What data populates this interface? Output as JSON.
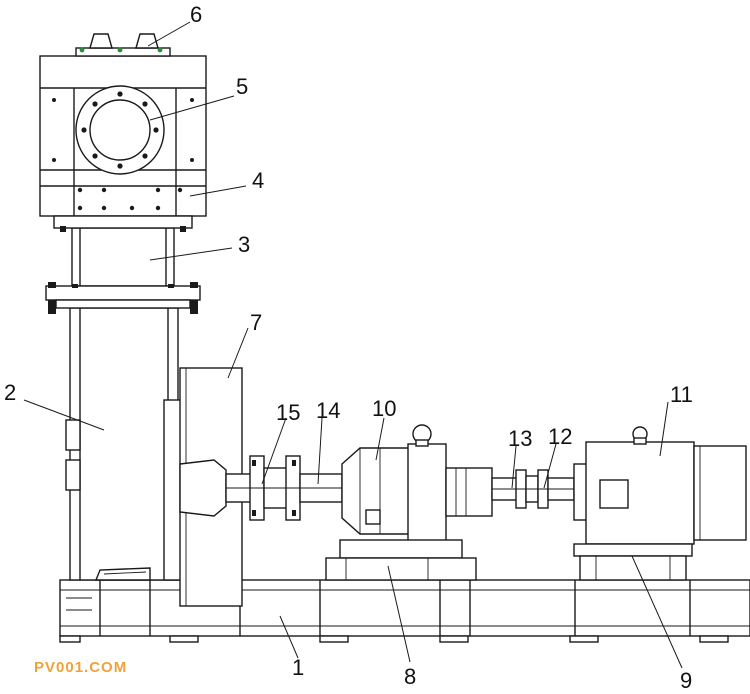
{
  "labels": [
    {
      "id": "1",
      "text": "1"
    },
    {
      "id": "2",
      "text": "2"
    },
    {
      "id": "3",
      "text": "3"
    },
    {
      "id": "4",
      "text": "4"
    },
    {
      "id": "5",
      "text": "5"
    },
    {
      "id": "6",
      "text": "6"
    },
    {
      "id": "7",
      "text": "7"
    },
    {
      "id": "8",
      "text": "8"
    },
    {
      "id": "9",
      "text": "9"
    },
    {
      "id": "10",
      "text": "10"
    },
    {
      "id": "11",
      "text": "11"
    },
    {
      "id": "12",
      "text": "12"
    },
    {
      "id": "13",
      "text": "13"
    },
    {
      "id": "14",
      "text": "14"
    },
    {
      "id": "15",
      "text": "15"
    }
  ],
  "watermark": "PV001.COM",
  "colors": {
    "line": "#1a1a1a",
    "watermark": "#f0a23a",
    "marker": "#2d8a3e"
  }
}
